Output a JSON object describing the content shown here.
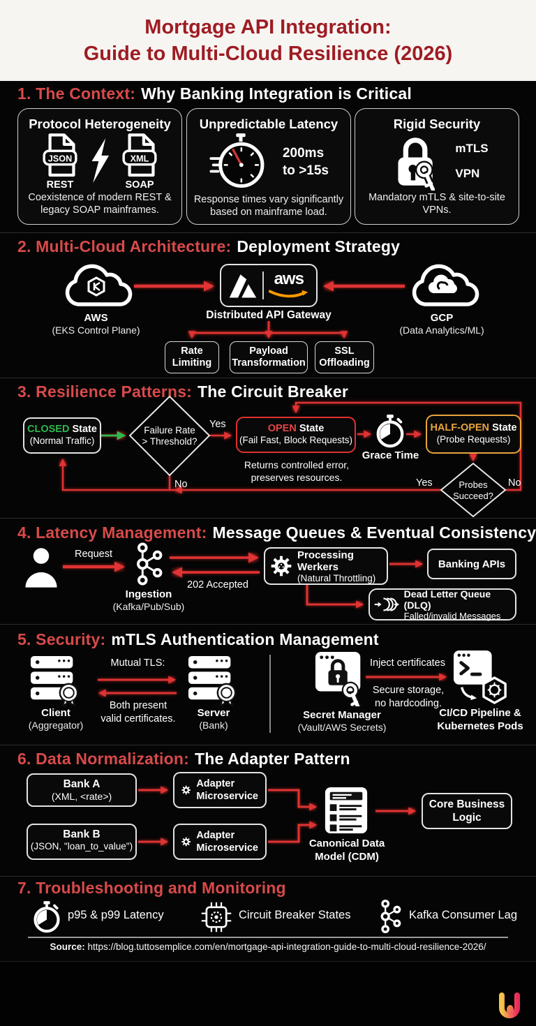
{
  "header": {
    "title_line1": "Mortgage API Integration:",
    "title_line2": "Guide to Multi-Cloud Resilience (2026)"
  },
  "colors": {
    "accent_red": "#d84a4a",
    "title_red": "#9e1c23",
    "arrow_red": "#e03333",
    "state_green": "#2eb84e",
    "state_amber": "#e8a33d",
    "aws_orange": "#ff9900"
  },
  "s1": {
    "heading_red": "1. The Context:",
    "heading_rest": "Why Banking Integration is Critical",
    "cards": [
      {
        "title": "Protocol Heterogeneity",
        "file1": "JSON",
        "file1_label": "REST",
        "file2": "XML",
        "file2_label": "SOAP",
        "desc": "Coexistence of modern REST & legacy SOAP mainframes."
      },
      {
        "title": "Unpredictable Latency",
        "metric1": "200ms",
        "metric2": "to >15s",
        "desc": "Response times vary significantly based on mainframe load."
      },
      {
        "title": "Rigid Security",
        "tag1": "mTLS",
        "tag2": "VPN",
        "desc": "Mandatory mTLS & site-to-site VPNs."
      }
    ]
  },
  "s2": {
    "heading_red": "2. Multi-Cloud Architecture:",
    "heading_rest": "Deployment Strategy",
    "aws": "AWS",
    "aws_sub": "(EKS Control Plane)",
    "gateway_label": "Distributed API Gateway",
    "aws_logo_text": "aws",
    "gcp": "GCP",
    "gcp_sub": "(Data Analytics/ML)",
    "feature1": "Rate Limiting",
    "feature2": "Payload Transformation",
    "feature3": "SSL Offloading"
  },
  "s3": {
    "heading_red": "3. Resilience Patterns:",
    "heading_rest": "The Circuit Breaker",
    "closed_state": "CLOSED",
    "closed_rest": "State",
    "closed_sub": "(Normal Traffic)",
    "d1_line1": "Failure Rate",
    "d1_line2": "> Threshold?",
    "yes1": "Yes",
    "no1": "No",
    "open_state": "OPEN",
    "open_rest": "State",
    "open_sub": "(Fail Fast, Block Requests)",
    "open_note1": "Returns controlled error,",
    "open_note2": "preserves resources.",
    "grace": "Grace Time",
    "half_state": "HALF-OPEN",
    "half_rest": "State",
    "half_sub": "(Probe Requests)",
    "d2_line1": "Probes",
    "d2_line2": "Succeed?",
    "yes2": "Yes",
    "no2": "No"
  },
  "s4": {
    "heading_red": "4. Latency Management:",
    "heading_rest": "Message Queues & Eventual Consistency",
    "request": "Request",
    "ingestion": "Ingestion",
    "ingestion_sub": "(Kafka/Pub/Sub)",
    "accepted": "202 Accepted",
    "workers": "Processing Werkers",
    "workers_sub": "(Natural Throttling)",
    "banking": "Banking APIs",
    "dlq": "Dead Letter Queue (DLQ)",
    "dlq_sub": "Falled/invalid Messages"
  },
  "s5": {
    "heading_red": "5. Security:",
    "heading_rest": "mTLS Authentication Management",
    "client": "Client",
    "client_sub": "(Aggregator)",
    "mutual": "Mutual TLS:",
    "both1": "Both present",
    "both2": "valid certificates.",
    "server": "Server",
    "server_sub": "(Bank)",
    "secret": "Secret Manager",
    "secret_sub": "(Vault/AWS Secrets)",
    "inject": "Inject certificates",
    "secure1": "Secure storage,",
    "secure2": "no hardcoding.",
    "cicd1": "CI/CD Pipeline &",
    "cicd2": "Kubernetes Pods"
  },
  "s6": {
    "heading_red": "6. Data Normalization:",
    "heading_rest": "The Adapter Pattern",
    "bankA": "Bank A",
    "bankA_sub": "(XML, <rate>)",
    "bankB": "Bank B",
    "bankB_sub": "(JSON, \"loan_to_value\")",
    "adapter1_1": "Adapter",
    "adapter1_2": "Microservice",
    "adapter2_1": "Adapter",
    "adapter2_2": "Microservice",
    "cdm1": "Canonical Data",
    "cdm2": "Model (CDM)",
    "core1": "Core Business",
    "core2": "Logic"
  },
  "s7": {
    "heading": "7. Troubleshooting and Monitoring",
    "items": [
      "p95 & p99 Latency",
      "Circuit Breaker States",
      "Kafka Consumer Lag"
    ]
  },
  "footer": {
    "source_label": "Source:",
    "source_url": "https://blog.tuttosemplice.com/en/mortgage-api-integration-guide-to-multi-cloud-resilience-2026/"
  }
}
